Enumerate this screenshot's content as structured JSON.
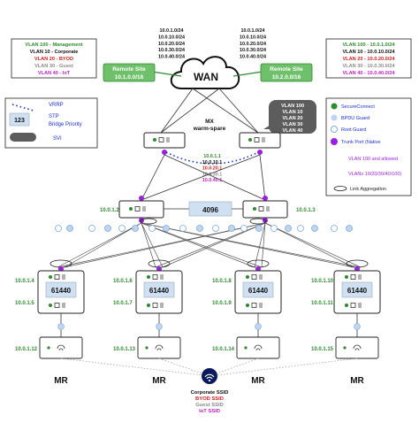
{
  "wan": {
    "label": "WAN",
    "subnets_left": [
      "10.0.1.0/24",
      "10.0.10.0/24",
      "10.0.20.0/24",
      "10.0.30.0/24",
      "10.0.40.0/24"
    ],
    "subnets_right": [
      "10.0.1.0/24",
      "10.0.10.0/24",
      "10.0.20.0/24",
      "10.0.30.0/24",
      "10.0.40.0/24"
    ]
  },
  "remote_sites": [
    {
      "name": "Remote Site",
      "subnet": "10.1.0.0/16"
    },
    {
      "name": "Remote Site",
      "subnet": "10.2.0.0/16"
    }
  ],
  "vlan_box_left": [
    {
      "text": "VLAN 100 - Management",
      "color": "#2e8b2e"
    },
    {
      "text": "VLAN 10 - Corporate",
      "color": "#111111"
    },
    {
      "text": "VLAN 20 - BYOD",
      "color": "#cc1f1f"
    },
    {
      "text": "VLAN 30 - Guest",
      "color": "#8a8a8a"
    },
    {
      "text": "VLAN 40 - IoT",
      "color": "#c21fc2"
    }
  ],
  "vlan_box_right": [
    {
      "text": "VLAN 100 - 10.0.1.0/24",
      "color": "#2e8b2e"
    },
    {
      "text": "VLAN 10 - 10.0.10.0/24",
      "color": "#111111"
    },
    {
      "text": "VLAN 20 - 10.0.20.0/24",
      "color": "#cc1f1f"
    },
    {
      "text": "VLAN 30 - 10.0.30.0/24",
      "color": "#8a8a8a"
    },
    {
      "text": "VLAN 40 - 10.0.40.0/24",
      "color": "#c21fc2"
    }
  ],
  "legend_left": {
    "vrrp": "VRRP",
    "stp_badge": "123",
    "stp": "STP",
    "bridge_priority": "Bridge Priority",
    "svi": "SVI"
  },
  "legend_right": {
    "secureconnect": "SecureConnect",
    "bpdu_guard": "BPDU Guard",
    "root_guard": "Root Guard",
    "trunk_port": "Trunk Port (Native",
    "vlan_allowed": "VLAN 100 and allowed",
    "vlans": "VLANs 10/20/30/40/100)",
    "link_aggregation": "Link Aggregation"
  },
  "svi_bubble": [
    "VLAN 100",
    "VLAN 10",
    "VLAN 20",
    "VLAN 30",
    "VLAN 40"
  ],
  "mx": {
    "label_line1": "MX",
    "label_line2": "warm-spare"
  },
  "vip": [
    {
      "text": "10.0.1.1",
      "color": "#2e8b2e"
    },
    {
      "text": "10.0.10.1",
      "color": "#111111"
    },
    {
      "text": "10.0.20.1",
      "color": "#cc1f1f"
    },
    {
      "text": "10.0.30.1",
      "color": "#8a8a8a"
    },
    {
      "text": "10.0.40.1",
      "color": "#c21fc2"
    }
  ],
  "core": {
    "left_ip": "10.0.1.2",
    "right_ip": "10.0.1.3",
    "priority": "4096"
  },
  "access": [
    {
      "ip_top": "10.0.1.4",
      "ip_bottom": "10.0.1.5",
      "priority": "61440",
      "mr_ip": "10.0.1.12",
      "mr": "MR"
    },
    {
      "ip_top": "10.0.1.6",
      "ip_bottom": "10.0.1.7",
      "priority": "61440",
      "mr_ip": "10.0.1.13",
      "mr": "MR"
    },
    {
      "ip_top": "10.0.1.8",
      "ip_bottom": "10.0.1.9",
      "priority": "61440",
      "mr_ip": "10.0.1.14",
      "mr": "MR"
    },
    {
      "ip_top": "10.0.1.10",
      "ip_bottom": "10.0.1.11",
      "priority": "61440",
      "mr_ip": "10.0.1.15",
      "mr": "MR"
    }
  ],
  "ssid": [
    {
      "text": "Corporate SSID",
      "color": "#111111"
    },
    {
      "text": "BYOD SSID",
      "color": "#cc1f1f"
    },
    {
      "text": "Guest SSID",
      "color": "#8a8a8a"
    },
    {
      "text": "IoT SSID",
      "color": "#c21fc2"
    }
  ],
  "colors": {
    "green": "#2e8b2e",
    "remote_fill": "#6fc06a",
    "trunk_purple": "#9b1fe0",
    "bpdu_blue": "#bcd6f2",
    "root_guard_stroke": "#7fa8d8",
    "stp_fill": "#cfe0f3",
    "vrrp_blue": "#1a2fd0"
  }
}
